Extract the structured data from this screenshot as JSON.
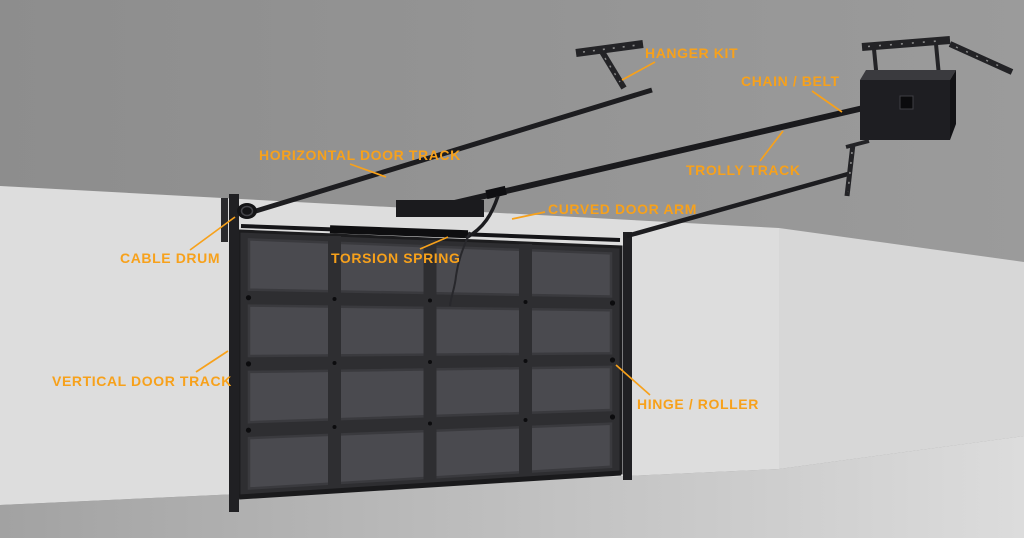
{
  "diagram": {
    "labels": [
      {
        "id": "hanger-kit",
        "text": "HANGER KIT"
      },
      {
        "id": "chain-belt",
        "text": "CHAIN / BELT"
      },
      {
        "id": "horizontal-door-track",
        "text": "HORIZONTAL DOOR TRACK"
      },
      {
        "id": "trolly-track",
        "text": "TROLLY TRACK"
      },
      {
        "id": "curved-door-arm",
        "text": "CURVED DOOR ARM"
      },
      {
        "id": "cable-drum",
        "text": "CABLE DRUM"
      },
      {
        "id": "torsion-spring",
        "text": "TORSION SPRING"
      },
      {
        "id": "vertical-door-track",
        "text": "VERTICAL DOOR TRACK"
      },
      {
        "id": "hinge-roller",
        "text": "HINGE / ROLLER"
      }
    ],
    "colors": {
      "label_orange": "#F7A11B",
      "ceiling": "#949494",
      "back_wall": "#DDDDDD",
      "right_wall": "#D7D7D7",
      "floor": "#C2C2C2",
      "door_frame": "#2E2E31",
      "door_panel": "#4A4A4F",
      "hardware_black": "#1D1D20"
    }
  }
}
